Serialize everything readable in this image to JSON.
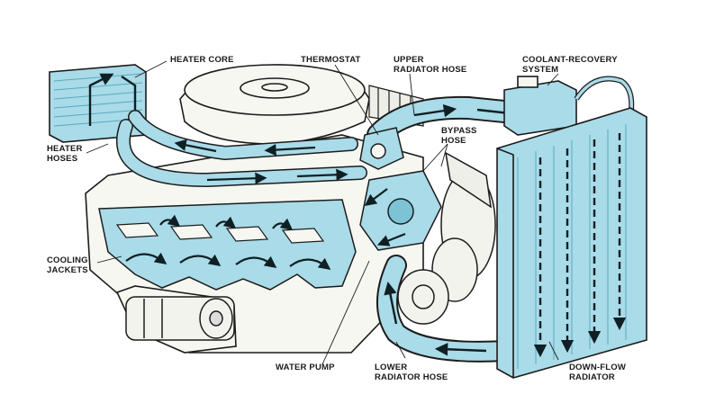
{
  "labels": {
    "heater_core": [
      "HEATER CORE"
    ],
    "thermostat": [
      "THERMOSTAT"
    ],
    "upper_radiator_hose": [
      "UPPER",
      "RADIATOR HOSE"
    ],
    "coolant_recovery": [
      "COOLANT-RECOVERY",
      "SYSTEM"
    ],
    "bypass_hose": [
      "BYPASS",
      "HOSE"
    ],
    "heater_hoses": [
      "HEATER",
      "HOSES"
    ],
    "cooling_jackets": [
      "COOLING",
      "JACKETS"
    ],
    "water_pump": [
      "WATER PUMP"
    ],
    "lower_radiator_hose": [
      "LOWER",
      "RADIATOR HOSE"
    ],
    "down_flow_radiator": [
      "DOWN-FLOW",
      "RADIATOR"
    ]
  },
  "colors": {
    "coolant": "#a9dbe8",
    "coolant_dark": "#7cc3d6",
    "outline": "#1c1c1c",
    "engine": "#f7f7f2",
    "arrow": "#0f1f24"
  }
}
